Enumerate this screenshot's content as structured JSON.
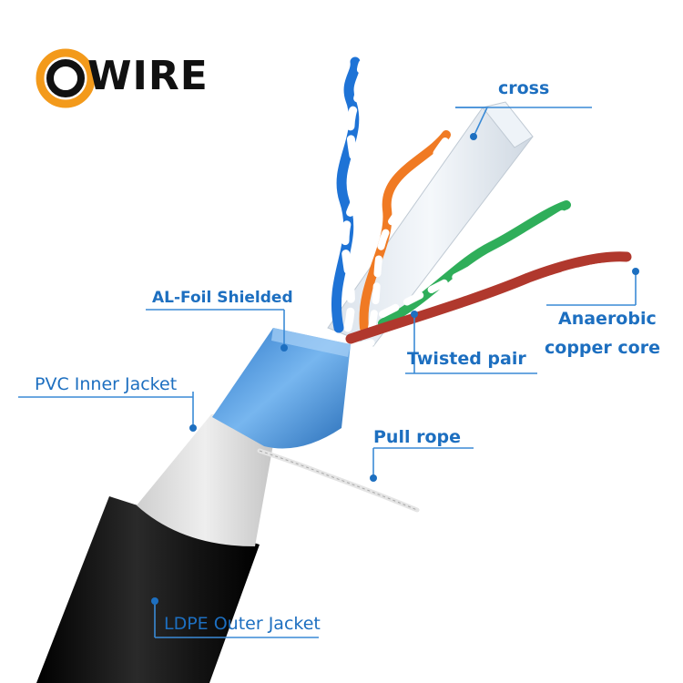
{
  "brand": {
    "logo_text": "WIRE",
    "logo_colors": {
      "ring_outer": "#f39a1b",
      "ring_inner": "#111111"
    }
  },
  "labels": {
    "cross": "cross",
    "al_foil": "AL-Foil Shielded",
    "pvc_inner": "PVC Inner Jacket",
    "twisted_pair": "Twisted pair",
    "anaerobic_line1": "Anaerobic",
    "anaerobic_line2": "copper core",
    "pull_rope": "Pull rope",
    "ldpe_outer": "LDPE Outer Jacket"
  },
  "colors": {
    "label_text": "#1d6fc0",
    "leader_line": "#3a8ad6",
    "outer_jacket": "#151515",
    "inner_jacket": "#d8d8d8",
    "foil": "#3f8fd8",
    "pair_blue": "#1e73d6",
    "pair_orange": "#f07a23",
    "pair_green": "#2fae5a",
    "pair_brown": "#b0382d",
    "cross_separator": "#dfe6ee"
  }
}
